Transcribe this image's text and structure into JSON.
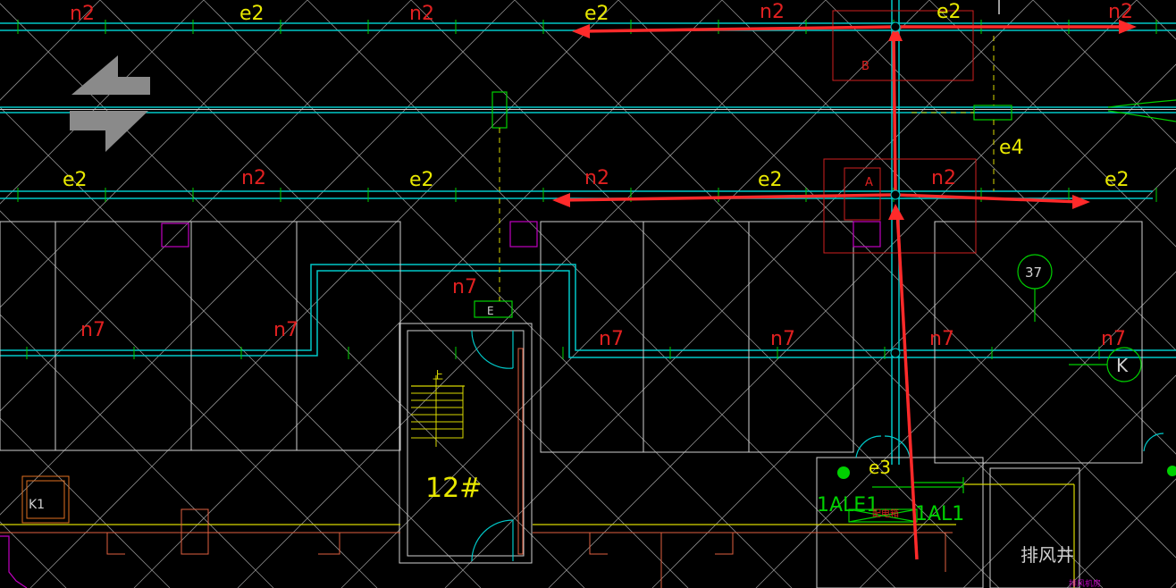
{
  "colors": {
    "background": "#000000",
    "grid": "#9a9a9a",
    "duct": "#00c8c8",
    "label_yellow": "#e8e800",
    "label_red": "#e02020",
    "green": "#00d000",
    "magenta": "#c000c0",
    "white": "#d0d0d0",
    "arrow_red": "#ff2a2a",
    "orange": "#e07020",
    "gray_symbol": "#8a8a8a"
  },
  "labels": {
    "top_row": [
      "n2",
      "e2",
      "n2",
      "e2",
      "n2",
      "e2",
      "n2"
    ],
    "mid_row": [
      "e2",
      "n2",
      "e2",
      "n2",
      "e2",
      "n2",
      "e2"
    ],
    "n7_labels": [
      "n7",
      "n7",
      "n7",
      "n7",
      "n7",
      "n7",
      "n7"
    ],
    "box_b": "B",
    "box_a": "A",
    "e4": "e4",
    "e3": "e3",
    "box_e": "E",
    "circle_37": "37",
    "circle_k": "K",
    "k1": "K1",
    "stair_no": "12#",
    "stair_up": "上",
    "ale1": "1ALE1",
    "al1": "1AL1",
    "pdx": "配电箱",
    "exhaust_shaft": "排风井",
    "bottom_right_small": "排风机房"
  },
  "icons": {
    "direction_symbol": "double-arrow-icon"
  }
}
